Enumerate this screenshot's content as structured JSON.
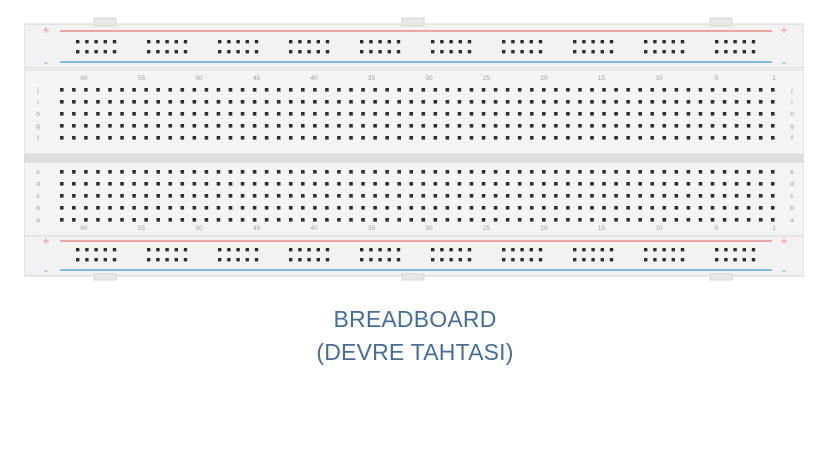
{
  "colors": {
    "board_body": "#f2f2f2",
    "board_edge": "#d6d6d6",
    "hole": "#2e2e2e",
    "plus_rail": "#e98d8d",
    "minus_rail": "#5aa7d8",
    "caption_text": "#4a6d96"
  },
  "board": {
    "rail_plus_symbol": "+",
    "rail_minus_symbol": "-",
    "upper_row_letters": [
      "j",
      "i",
      "h",
      "g",
      "f"
    ],
    "lower_row_letters": [
      "e",
      "d",
      "c",
      "b",
      "a"
    ],
    "column_count": 60,
    "column_numbers": [
      "60",
      "55",
      "50",
      "45",
      "40",
      "35",
      "30",
      "25",
      "20",
      "15",
      "10",
      "5",
      "1"
    ]
  },
  "caption": {
    "line1": "BREADBOARD",
    "line2": "(DEVRE TAHTASI)"
  }
}
